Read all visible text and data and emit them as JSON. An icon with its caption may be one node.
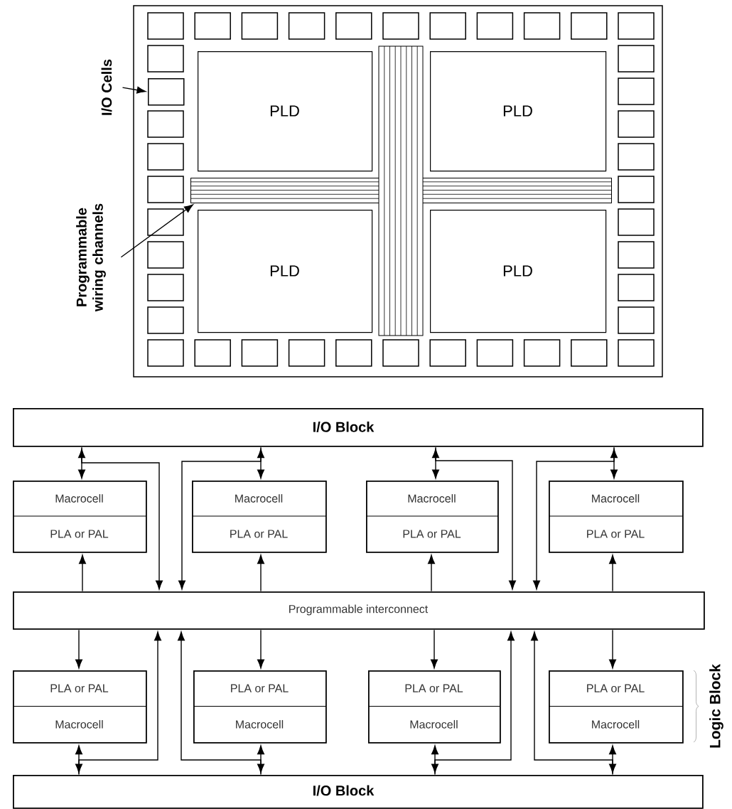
{
  "diagram": {
    "nodes": [
      {
        "text": [
          "I/O Cells"
        ]
      },
      {
        "text": [],
        "shape": "box"
      },
      {
        "text": [
          "Programmable wiring channels"
        ]
      },
      {
        "text": [],
        "shape": "bar"
      },
      {
        "text": [
          "PLD"
        ]
      },
      {
        "text": [
          "PLD"
        ]
      },
      {
        "text": [
          "PLD"
        ]
      },
      {
        "text": [
          "PLD"
        ]
      },
      {
        "text": [
          "I/O Block"
        ]
      },
      {
        "text": [
          "Macrocell",
          "PLA or PAL"
        ]
      },
      {
        "text": [
          "Macrocell",
          "PLA or PAL"
        ]
      },
      {
        "text": [
          "Macrocell",
          "PLA or PAL"
        ]
      },
      {
        "text": [
          "Macrocell",
          "PLA or PAL"
        ]
      },
      {
        "text": [
          "Programmable interconnect"
        ]
      },
      {
        "text": [
          "PLA or PAL",
          "Macrocell"
        ]
      },
      {
        "text": [
          "PLA or PAL",
          "Macrocell"
        ]
      },
      {
        "text": [
          "PLA or PAL",
          "Macrocell"
        ]
      },
      {
        "text": [
          "PLA or PAL",
          "Macrocell"
        ],
        "beside": [
          "Logic Block"
        ]
      },
      {
        "text": [
          "I/O Block"
        ]
      }
    ],
    "edges": [
      {
        "from": 0,
        "to": 1,
        "arrow": "to"
      },
      {
        "from": 2,
        "to": 3,
        "arrow": "to"
      },
      {
        "from": 8,
        "to": 9,
        "arrow": "both"
      },
      {
        "from": 8,
        "to": 13,
        "arrow": "to"
      },
      {
        "from": 13,
        "to": 9,
        "arrow": "to"
      },
      {
        "from": 8,
        "to": 10,
        "arrow": "both"
      },
      {
        "from": 8,
        "to": 13,
        "arrow": "to"
      },
      {
        "from": 13,
        "to": 10,
        "arrow": "to"
      },
      {
        "from": 8,
        "to": 11,
        "arrow": "both"
      },
      {
        "from": 8,
        "to": 13,
        "arrow": "to"
      },
      {
        "from": 13,
        "to": 11,
        "arrow": "to"
      },
      {
        "from": 8,
        "to": 12,
        "arrow": "both"
      },
      {
        "from": 8,
        "to": 13,
        "arrow": "to"
      },
      {
        "from": 13,
        "to": 12,
        "arrow": "to"
      },
      {
        "from": 13,
        "to": 14,
        "arrow": "to"
      },
      {
        "from": 18,
        "to": 14,
        "arrow": "both"
      },
      {
        "from": 18,
        "to": 13,
        "arrow": "to"
      },
      {
        "from": 13,
        "to": 15,
        "arrow": "to"
      },
      {
        "from": 18,
        "to": 15,
        "arrow": "both"
      },
      {
        "from": 18,
        "to": 13,
        "arrow": "to"
      },
      {
        "from": 13,
        "to": 16,
        "arrow": "to"
      },
      {
        "from": 18,
        "to": 16,
        "arrow": "both"
      },
      {
        "from": 18,
        "to": 13,
        "arrow": "to"
      },
      {
        "from": 13,
        "to": 17,
        "arrow": "to"
      },
      {
        "from": 18,
        "to": 17,
        "arrow": "both"
      },
      {
        "from": 18,
        "to": 13,
        "arrow": "to"
      }
    ]
  }
}
